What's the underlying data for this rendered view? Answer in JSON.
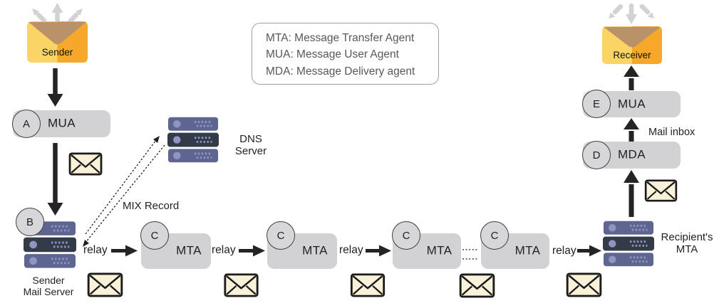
{
  "legend": {
    "lines": [
      "MTA: Message Transfer Agent",
      "MUA: Message User Agent",
      "MDA: Message Delivery agent"
    ]
  },
  "endpoints": {
    "sender": "Sender",
    "receiver": "Receiver"
  },
  "labels": {
    "relay": "relay",
    "mix_record": "MIX Record",
    "mail_inbox": "Mail inbox"
  },
  "nodes": {
    "mua_a": {
      "badge": "A",
      "label": "MUA"
    },
    "sender_server": {
      "badge": "B",
      "label_line1": "Sender",
      "label_line2": "Mail Server"
    },
    "dns": {
      "label_line1": "DNS",
      "label_line2": "Server"
    },
    "mta1": {
      "badge": "C",
      "label": "MTA"
    },
    "mta2": {
      "badge": "C",
      "label": "MTA"
    },
    "mta3": {
      "badge": "C",
      "label": "MTA"
    },
    "mta4": {
      "badge": "C",
      "label": "MTA"
    },
    "recipient_mta": {
      "label_line1": "Recipient's",
      "label_line2": "MTA"
    },
    "mda_d": {
      "badge": "D",
      "label": "MDA"
    },
    "mua_e": {
      "badge": "E",
      "label": "MUA"
    }
  },
  "colors": {
    "box_gray": "#d2d2d4",
    "badge_border": "#3f3f41",
    "arrow_black": "#262324",
    "arrow_gray": "#d2d2d4",
    "envelope_yellow": "#fbd466",
    "envelope_orange": "#f6a82a",
    "envelope_flap": "#b9926a",
    "mail_fill": "#faf1d9",
    "server_slab": "#5e6690",
    "server_slab_dark": "#333b48",
    "server_dot": "#8e96c0"
  }
}
